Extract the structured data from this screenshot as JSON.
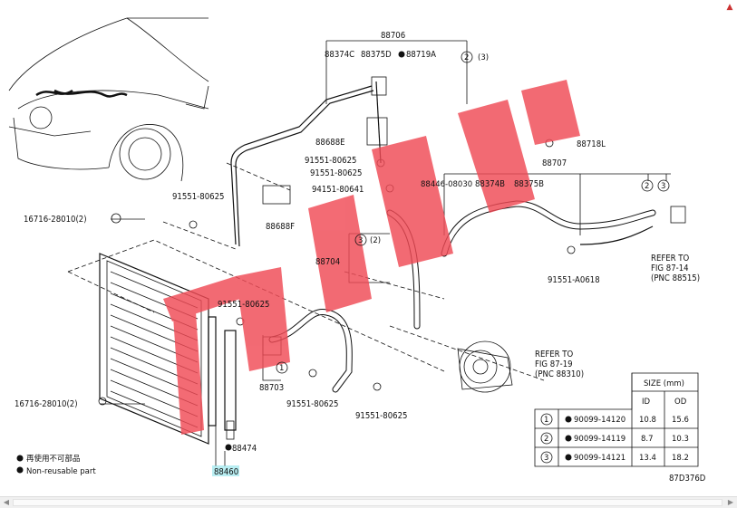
{
  "callouts": {
    "p88706": "88706",
    "p88374C": "88374C",
    "p88375D": "88375D",
    "p88719A": "88719A",
    "circ2_3_top": "(3)",
    "p91551_80625_a": "91551-80625",
    "p88688E": "88688E",
    "p91551_80625_b": "91551-80625",
    "p88688F": "88688F",
    "p88718L": "88718L",
    "p88707": "88707",
    "p94151_80641": "94151-80641",
    "p88446_08030": "88446-08030",
    "p88374B": "88374B",
    "p88375B": "88375B",
    "p91551_80625_left": "91551-80625",
    "p16716_top": "16716-28010(2)",
    "p88704": "88704",
    "circ_2_mid": "(2)",
    "p91551_80625_mid": "91551-80625",
    "p88703": "88703",
    "p91551_80625_bl": "91551-80625",
    "p91551_80625_br": "91551-80625",
    "p91551_A0618": "91551-A0618",
    "refer_87_14": [
      "REFER TO",
      "FIG 87-14",
      "(PNC 88515)"
    ],
    "refer_87_19": [
      "REFER TO",
      "FIG 87-19",
      "(PNC 88310)"
    ],
    "p16716_bottom": "16716-28010(2)",
    "p88474": "88474",
    "p88460": "88460",
    "legend_cn": "再使用不可部品",
    "legend_en": "Non-reusable part",
    "diagram_code": "87D376D"
  },
  "circle_numbers": [
    "1",
    "2",
    "3"
  ],
  "size_table": {
    "header": "SIZE (mm)",
    "columns": [
      "ID",
      "OD"
    ],
    "rows": [
      {
        "num": "1",
        "part": "90099-14120",
        "id": "10.8",
        "od": "15.6"
      },
      {
        "num": "2",
        "part": "90099-14119",
        "id": "8.7",
        "od": "10.3"
      },
      {
        "num": "3",
        "part": "90099-14121",
        "id": "13.4",
        "od": "18.2"
      }
    ]
  },
  "watermark_color": "#f04a55",
  "icons": {
    "scroll_up": "scroll-up-arrow-icon",
    "scroll_left": "scroll-left-arrow-icon",
    "scroll_right": "scroll-right-arrow-icon"
  }
}
